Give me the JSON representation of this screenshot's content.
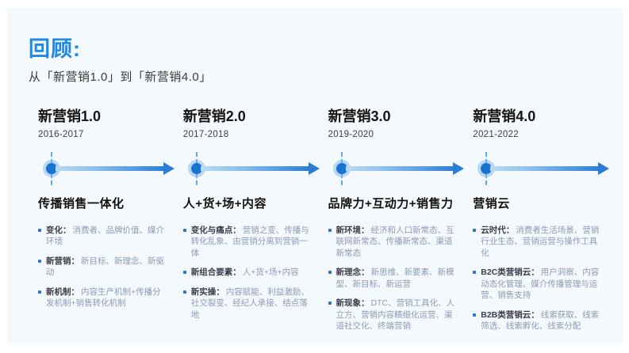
{
  "slide": {
    "title": "回顾:",
    "subtitle": "从「新营销1.0」到「新营销4.0」"
  },
  "colors": {
    "accent_blue": "#1e88e5",
    "slide_background": "#f3f9fc",
    "timeline_dot": "#1a74cf",
    "arrow_gradient_start": "#bcdaf3",
    "arrow_gradient_end": "#2a7cd4",
    "bullet_marker": "#2e74c9",
    "bullet_label": "#3d3d4a",
    "bullet_body": "#8d9bb4"
  },
  "columns": [
    {
      "title": "新营销1.0",
      "period": "2016-2017",
      "headline": "传播销售一体化",
      "bullets": [
        {
          "label": "变化：",
          "text": "消费者、品牌价值、媒介环境"
        },
        {
          "label": "新营销：",
          "text": "新目标、新理念、新驱动"
        },
        {
          "label": "新机制：",
          "text": "内容生产机制+传播分发机制+销售转化机制"
        }
      ]
    },
    {
      "title": "新营销2.0",
      "period": "2017-2018",
      "headline": "人+货+场+内容",
      "bullets": [
        {
          "label": "变化与痛点：",
          "text": "营销之变、传播与转化乱象、由营销分离到营销一体"
        },
        {
          "label": "新组合要素：",
          "text": "人+货+场+内容"
        },
        {
          "label": "新实操：",
          "text": "内容赋能、利益激励、社交裂变、经纪人承接、结点落地"
        }
      ]
    },
    {
      "title": "新营销3.0",
      "period": "2019-2020",
      "headline": "品牌力+互动力+销售力",
      "bullets": [
        {
          "label": "新环境：",
          "text": "经济和人口新常态、互联网新常态、传播新常态、渠道新常态"
        },
        {
          "label": "新理念：",
          "text": "新思维、新要素、新模型、新目标、新运营"
        },
        {
          "label": "新现象：",
          "text": "DTC、营销工具化、人立方、营销内容精细化运营、渠道社交化、终端营销"
        }
      ]
    },
    {
      "title": "新营销4.0",
      "period": "2021-2022",
      "headline": "营销云",
      "bullets": [
        {
          "label": "云时代：",
          "text": "消费者生活场景、营销行业生态、营销运营与操作工具化"
        },
        {
          "label": "B2C类营销云：",
          "text": "用户洞察、内容动态化管理、媒介传播管理与运营、销售支持"
        },
        {
          "label": "B2B类营销云：",
          "text": "线索获取、线索筛选、线索孵化、线索分配"
        }
      ]
    }
  ]
}
